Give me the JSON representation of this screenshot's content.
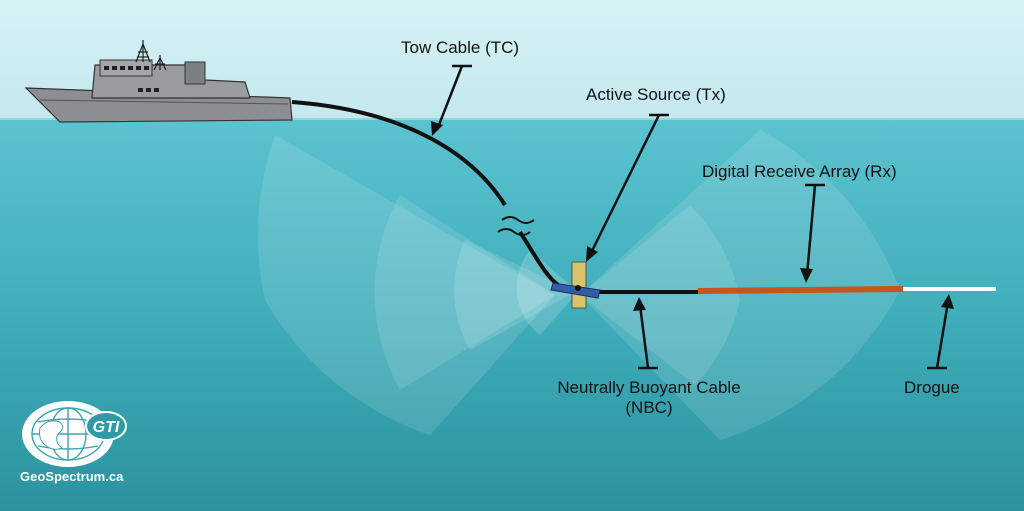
{
  "labels": {
    "tow_cable": "Tow Cable (TC)",
    "active_source": "Active Source (Tx)",
    "receive_array": "Digital Receive Array (Rx)",
    "nbc_line1": "Neutrally Buoyant Cable",
    "nbc_line2": "(NBC)",
    "drogue": "Drogue"
  },
  "logo": {
    "text": "GTI",
    "caption": "GeoSpectrum.ca"
  },
  "colors": {
    "sky": "#cfeef2",
    "sea_top": "#56bfcc",
    "sea_bottom": "#2f9aa6",
    "ship": "#8a8c8f",
    "cable": "#111111",
    "receive_array": "#c8541e",
    "drogue": "#ffffff",
    "source_body": "#2f5fa8",
    "source_fin": "#d8c46a"
  },
  "icons": {
    "ship": "ship-icon",
    "logo": "globe-logo-icon"
  }
}
